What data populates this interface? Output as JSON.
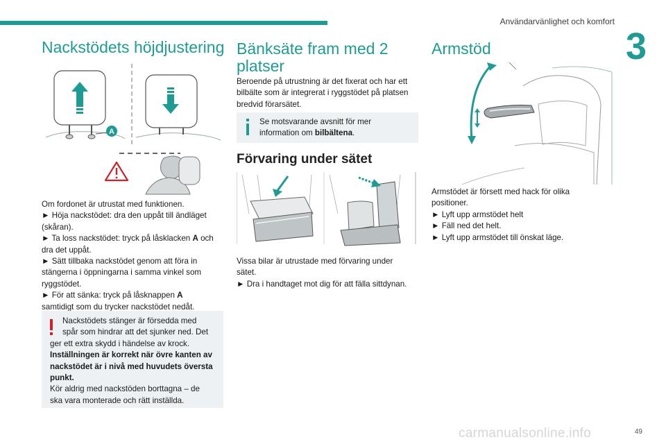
{
  "header": {
    "running_title": "Användarvänlighet och komfort",
    "chapter_number": "3",
    "accent_color": "#1e9c93"
  },
  "col1": {
    "title": "Nackstödets höjdjustering",
    "figure_label": "A",
    "lines": [
      "Om fordonet är utrustat med funktionen.",
      "► Höja nackstödet: dra den uppåt till ändläget",
      "(skåran).",
      "► Ta loss nackstödet: tryck på låsklacken ",
      "A",
      " och",
      "dra det uppåt.",
      "► Sätt tillbaka nackstödet genom att föra in",
      "stängerna i öppningarna i samma vinkel som",
      "ryggstödet.",
      "► För att sänka: tryck på låsknappen ",
      "A",
      "samtidigt som du trycker nackstödet nedåt."
    ],
    "warning": {
      "line1": "Nackstödets stänger är försedda med",
      "line2": "spår som hindrar att det sjunker ned. Det",
      "line3": "ger ett extra skydd i händelse av krock.",
      "bold1": "Inställningen är korrekt när övre kanten av",
      "bold2": "nackstödet är i nivå med huvudets översta",
      "bold3": "punkt.",
      "line4": "Kör aldrig med nackstöden borttagna – de",
      "line5": "ska vara monterade och rätt inställda."
    }
  },
  "col2": {
    "title_line1": "Bänksäte fram med 2",
    "title_line2": "platser",
    "intro": [
      "Beroende på utrustning är det fixerat och har ett",
      "bilbälte som är integrerat i ryggstödet på platsen",
      "bredvid förarsätet."
    ],
    "info": {
      "line1": "Se motsvarande avsnitt för mer",
      "line2_pre": "information om ",
      "line2_bold": "bilbältena",
      "line2_post": "."
    },
    "storage_title": "Förvaring under sätet",
    "storage_lines": [
      "Vissa bilar är utrustade med förvaring under",
      "sätet.",
      "► Dra i handtaget mot dig för att fälla sittdynan."
    ]
  },
  "col3": {
    "title": "Armstöd",
    "lines": [
      "Armstödet är försett med hack för olika",
      "positioner.",
      "► Lyft upp armstödet helt",
      "► Fäll ned det helt.",
      "► Lyft upp armstödet till önskat läge."
    ]
  },
  "footer": {
    "page_number": "49",
    "watermark": "carmanualsonline.info"
  }
}
